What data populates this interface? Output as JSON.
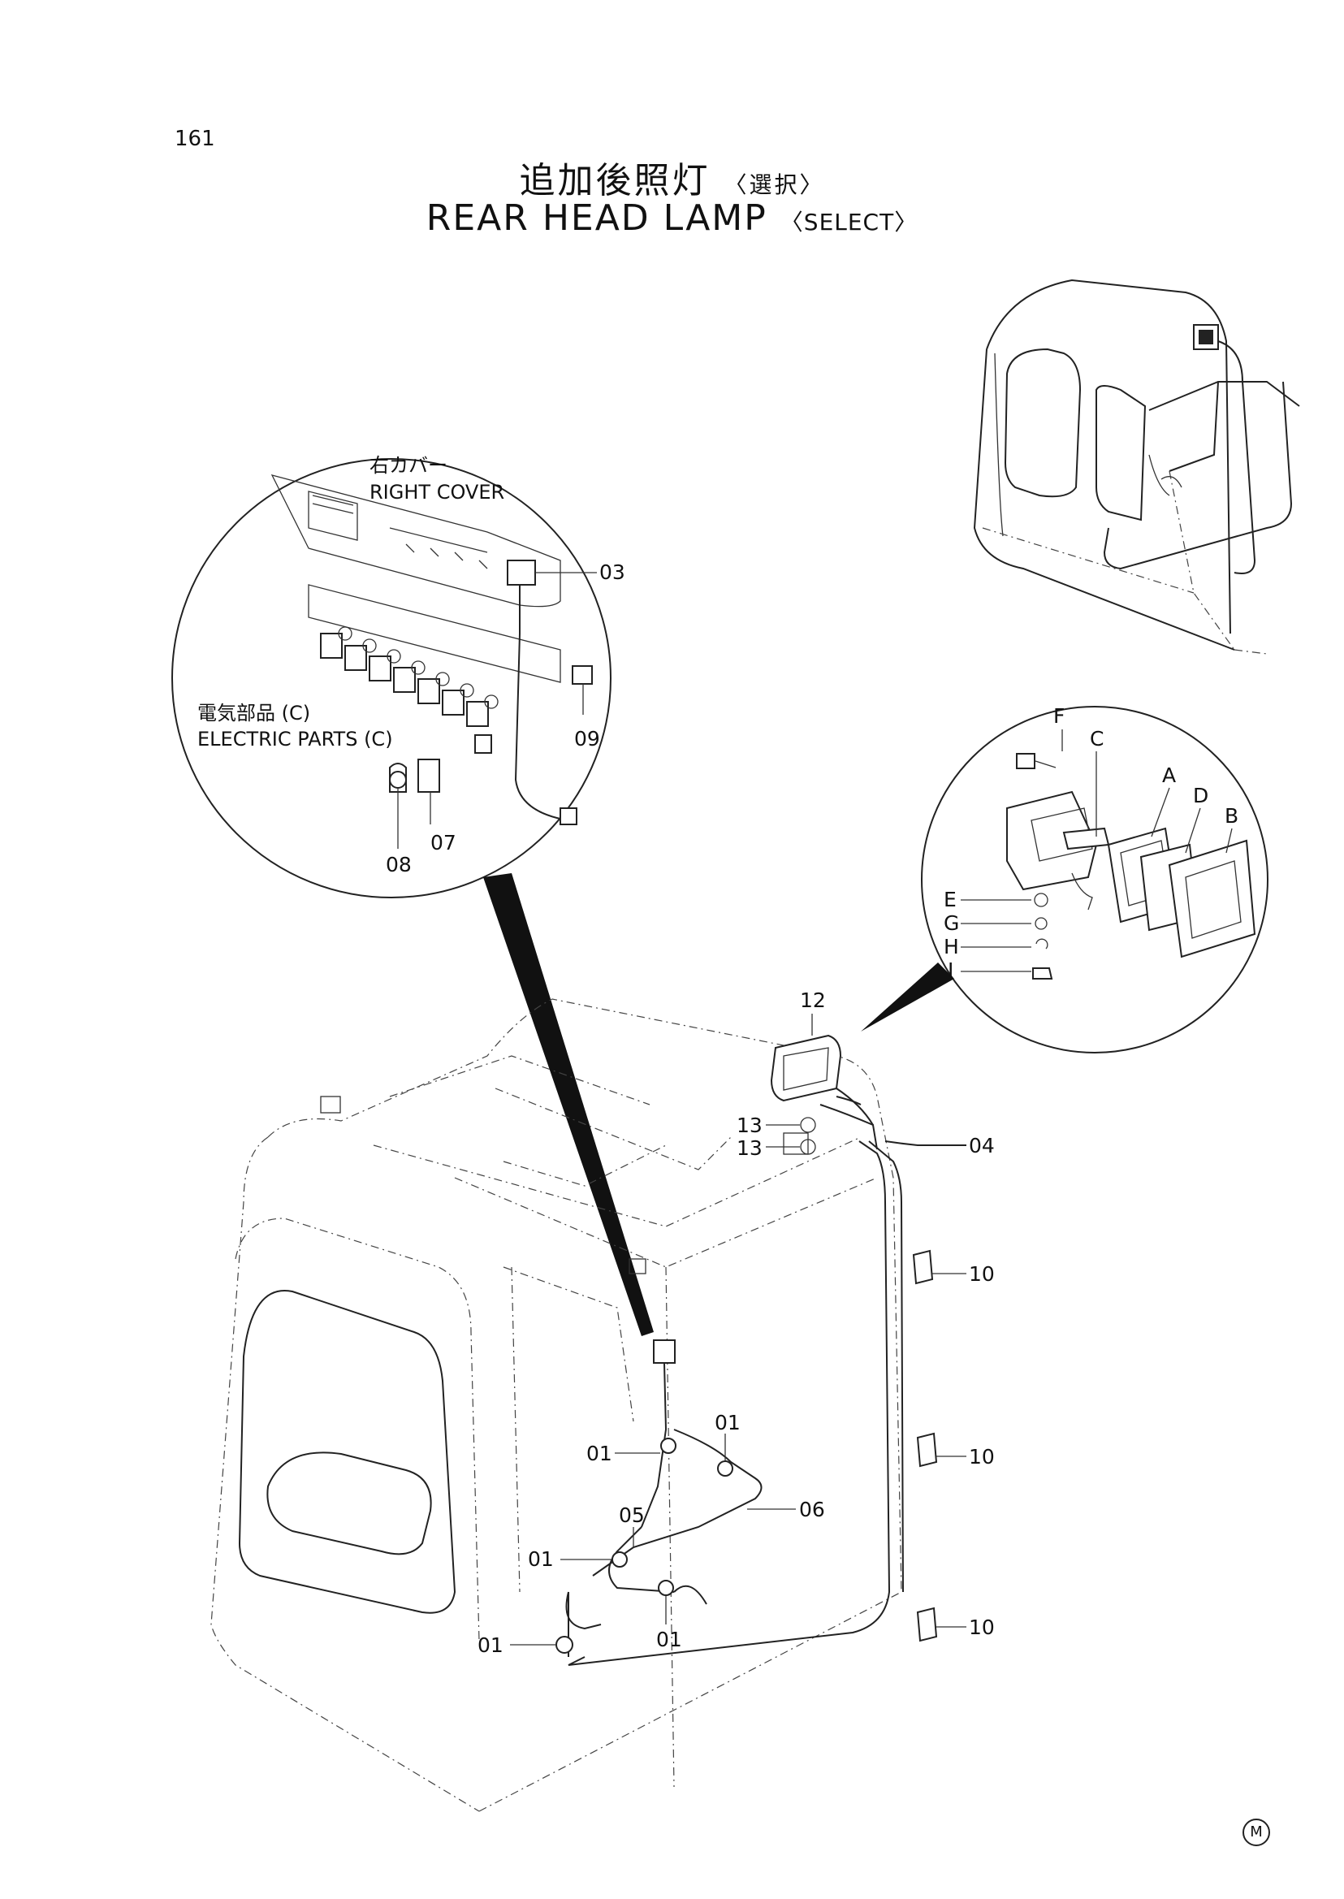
{
  "page": {
    "number": "161"
  },
  "title": {
    "jp": "追加後照灯",
    "jp_select": "〈選択〉",
    "en": "REAR HEAD LAMP",
    "en_select": "〈SELECT〉"
  },
  "callouts": {
    "right_cover_jp": "右カバー",
    "right_cover_en": "RIGHT COVER",
    "electric_parts_jp": "電気部品 (C)",
    "electric_parts_en": "ELECTRIC PARTS (C)"
  },
  "part_numbers": {
    "p03": "03",
    "p09": "09",
    "p07": "07",
    "p08": "08",
    "p12": "12",
    "p13a": "13",
    "p13b": "13",
    "p04": "04",
    "p10a": "10",
    "p10b": "10",
    "p10c": "10",
    "p01a": "01",
    "p01b": "01",
    "p01c": "01",
    "p01d": "01",
    "p01e": "01",
    "p05": "05",
    "p06": "06"
  },
  "lamp_parts": {
    "F": "F",
    "C": "C",
    "A": "A",
    "D": "D",
    "B": "B",
    "E": "E",
    "G": "G",
    "H": "H",
    "I": "I"
  },
  "mark": "M"
}
